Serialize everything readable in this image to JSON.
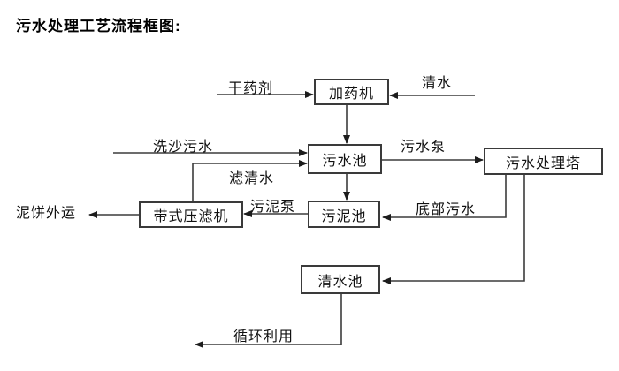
{
  "title": "污水处理工艺流程框图:",
  "nodes": {
    "dosing_machine": "加药机",
    "sewage_pool": "污水池",
    "treatment_tower": "污水处理塔",
    "sludge_pool": "污泥池",
    "belt_filter_press": "带式压滤机",
    "clean_water_pool": "清水池"
  },
  "flow_labels": {
    "dry_agent": "干药剂",
    "clean_water": "清水",
    "sand_wash_sewage": "洗沙污水",
    "filtered_water": "滤清水",
    "sewage_pump": "污水泵",
    "sludge_pump": "污泥泵",
    "bottom_sewage": "底部污水",
    "mud_cake_out": "泥饼外运",
    "recycle_use": "循环利用"
  },
  "colors": {
    "background": "#ffffff",
    "line": "#3c3c3c",
    "arrowhead": "#1c1c1c",
    "box_border": "#3a3a3a",
    "text": "#111111"
  }
}
